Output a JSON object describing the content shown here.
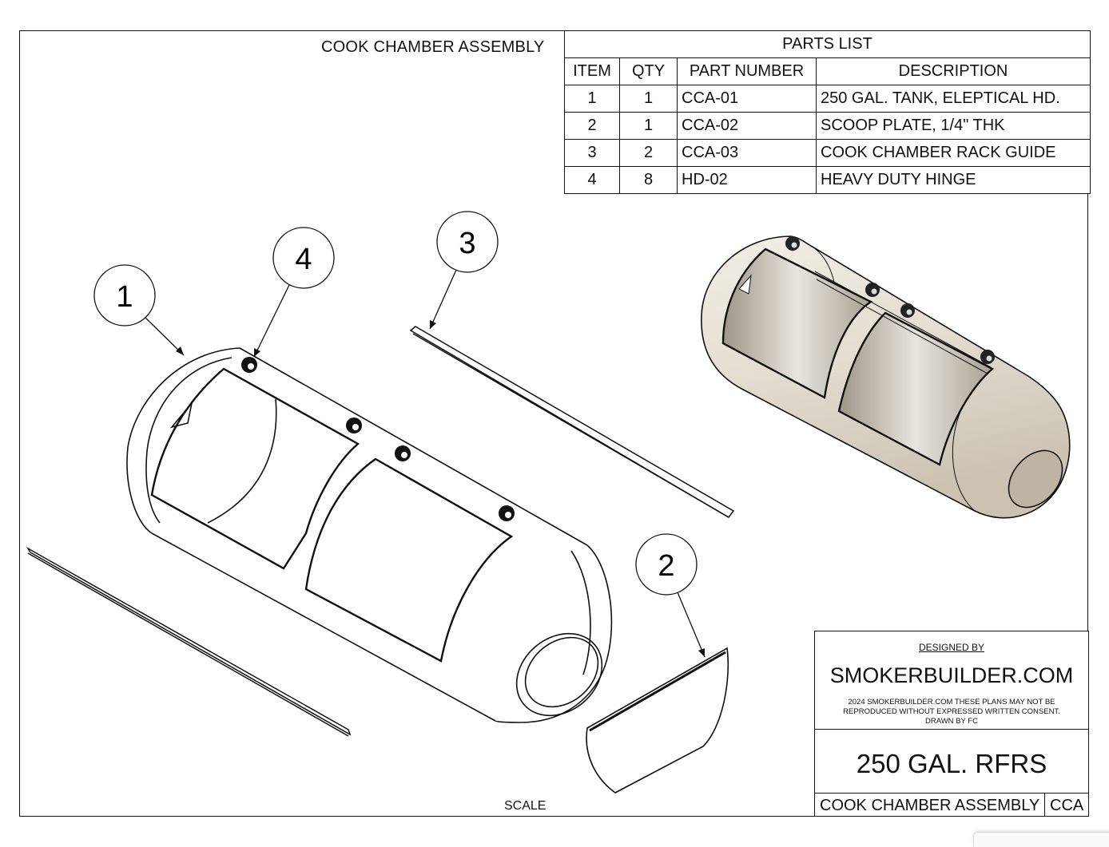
{
  "drawing_title": "COOK CHAMBER ASSEMBLY",
  "parts_list": {
    "title": "PARTS LIST",
    "headers": [
      "ITEM",
      "QTY",
      "PART NUMBER",
      "DESCRIPTION"
    ],
    "rows": [
      {
        "item": "1",
        "qty": "1",
        "part_number": "CCA-01",
        "description": "250 GAL. TANK, ELEPTICAL HD."
      },
      {
        "item": "2",
        "qty": "1",
        "part_number": "CCA-02",
        "description": "SCOOP PLATE, 1/4\" THK"
      },
      {
        "item": "3",
        "qty": "2",
        "part_number": "CCA-03",
        "description": "COOK CHAMBER RACK GUIDE"
      },
      {
        "item": "4",
        "qty": "8",
        "part_number": "HD-02",
        "description": "HEAVY DUTY HINGE"
      }
    ]
  },
  "balloons": [
    "1",
    "4",
    "3",
    "2"
  ],
  "title_block": {
    "designed_by_label": "DESIGNED BY",
    "company": "SMOKERBUILDER.COM",
    "notice_line1": "2024 SMOKERBUILDER.COM THESE PLANS MAY NOT BE",
    "notice_line2": "REPRODUCED WITHOUT EXPRESSED WRITTEN CONSENT.",
    "notice_line3": "DRAWN BY FC",
    "drawing_name": "250 GAL. RFRS",
    "sheet_name": "COOK CHAMBER ASSEMBLY",
    "sheet_code": "CCA"
  },
  "scale_label": "SCALE",
  "colors": {
    "line": "#111111",
    "tank_fill": "#e9e3d8",
    "tank_shade": "#cfc7b8"
  }
}
